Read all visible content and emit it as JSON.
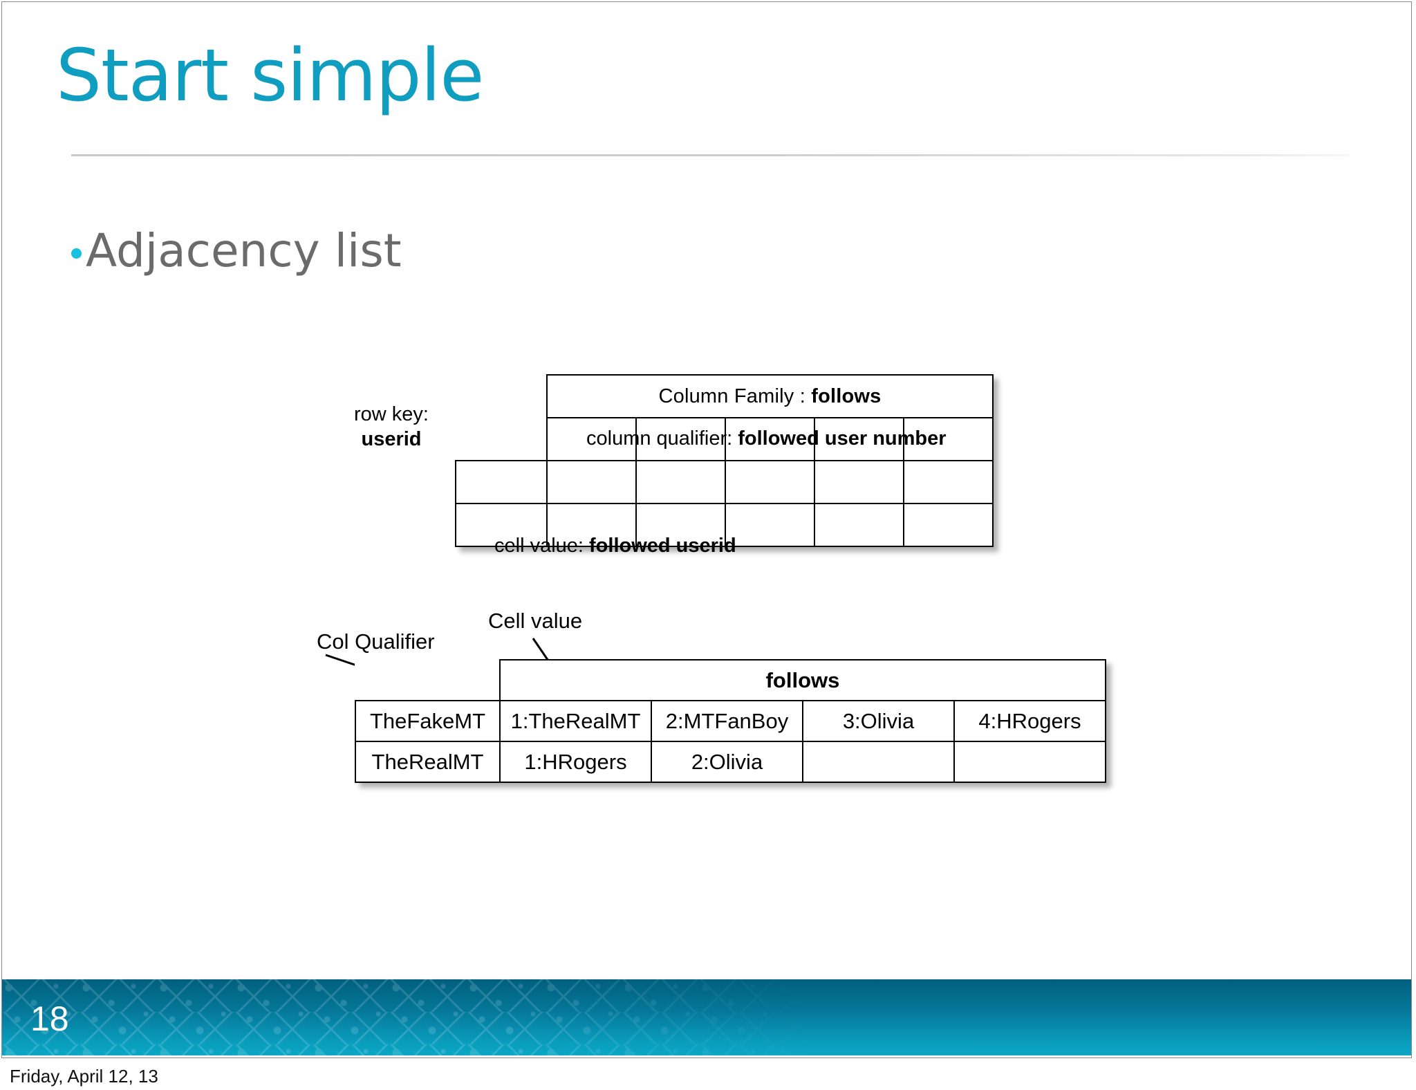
{
  "slide": {
    "title": "Start simple",
    "title_color": "#0f9ec0",
    "bullets": [
      {
        "label": "Adjacency list",
        "bullet_color": "#17c0e0",
        "text_color": "#6b6b6b"
      }
    ],
    "page_number": "18",
    "date_stamp": "Friday, April 12, 13",
    "footer_band_color_top": "#015f7d",
    "footer_band_color_bottom": "#0ba7c4"
  },
  "schema_diagram": {
    "row_key_label_line1": "row key:",
    "row_key_label_line2": "userid",
    "column_family_prefix": "Column Family : ",
    "column_family_name": "follows",
    "column_qualifier_prefix": "column qualifier: ",
    "column_qualifier_name": "followed user number",
    "cell_value_prefix": "cell value: ",
    "cell_value_name": "followed userid",
    "body_rows": 2,
    "body_columns": 6
  },
  "example_table": {
    "column_family_header": "follows",
    "rows": [
      {
        "row_key": "TheFakeMT",
        "cells": [
          "1:TheRealMT",
          "2:MTFanBoy",
          "3:Olivia",
          "4:HRogers"
        ]
      },
      {
        "row_key": "TheRealMT",
        "cells": [
          "1:HRogers",
          "2:Olivia",
          "",
          ""
        ]
      }
    ]
  },
  "annotations": [
    {
      "id": "col-qualifier",
      "label": "Col Qualifier"
    },
    {
      "id": "cell-value",
      "label": "Cell value"
    }
  ]
}
